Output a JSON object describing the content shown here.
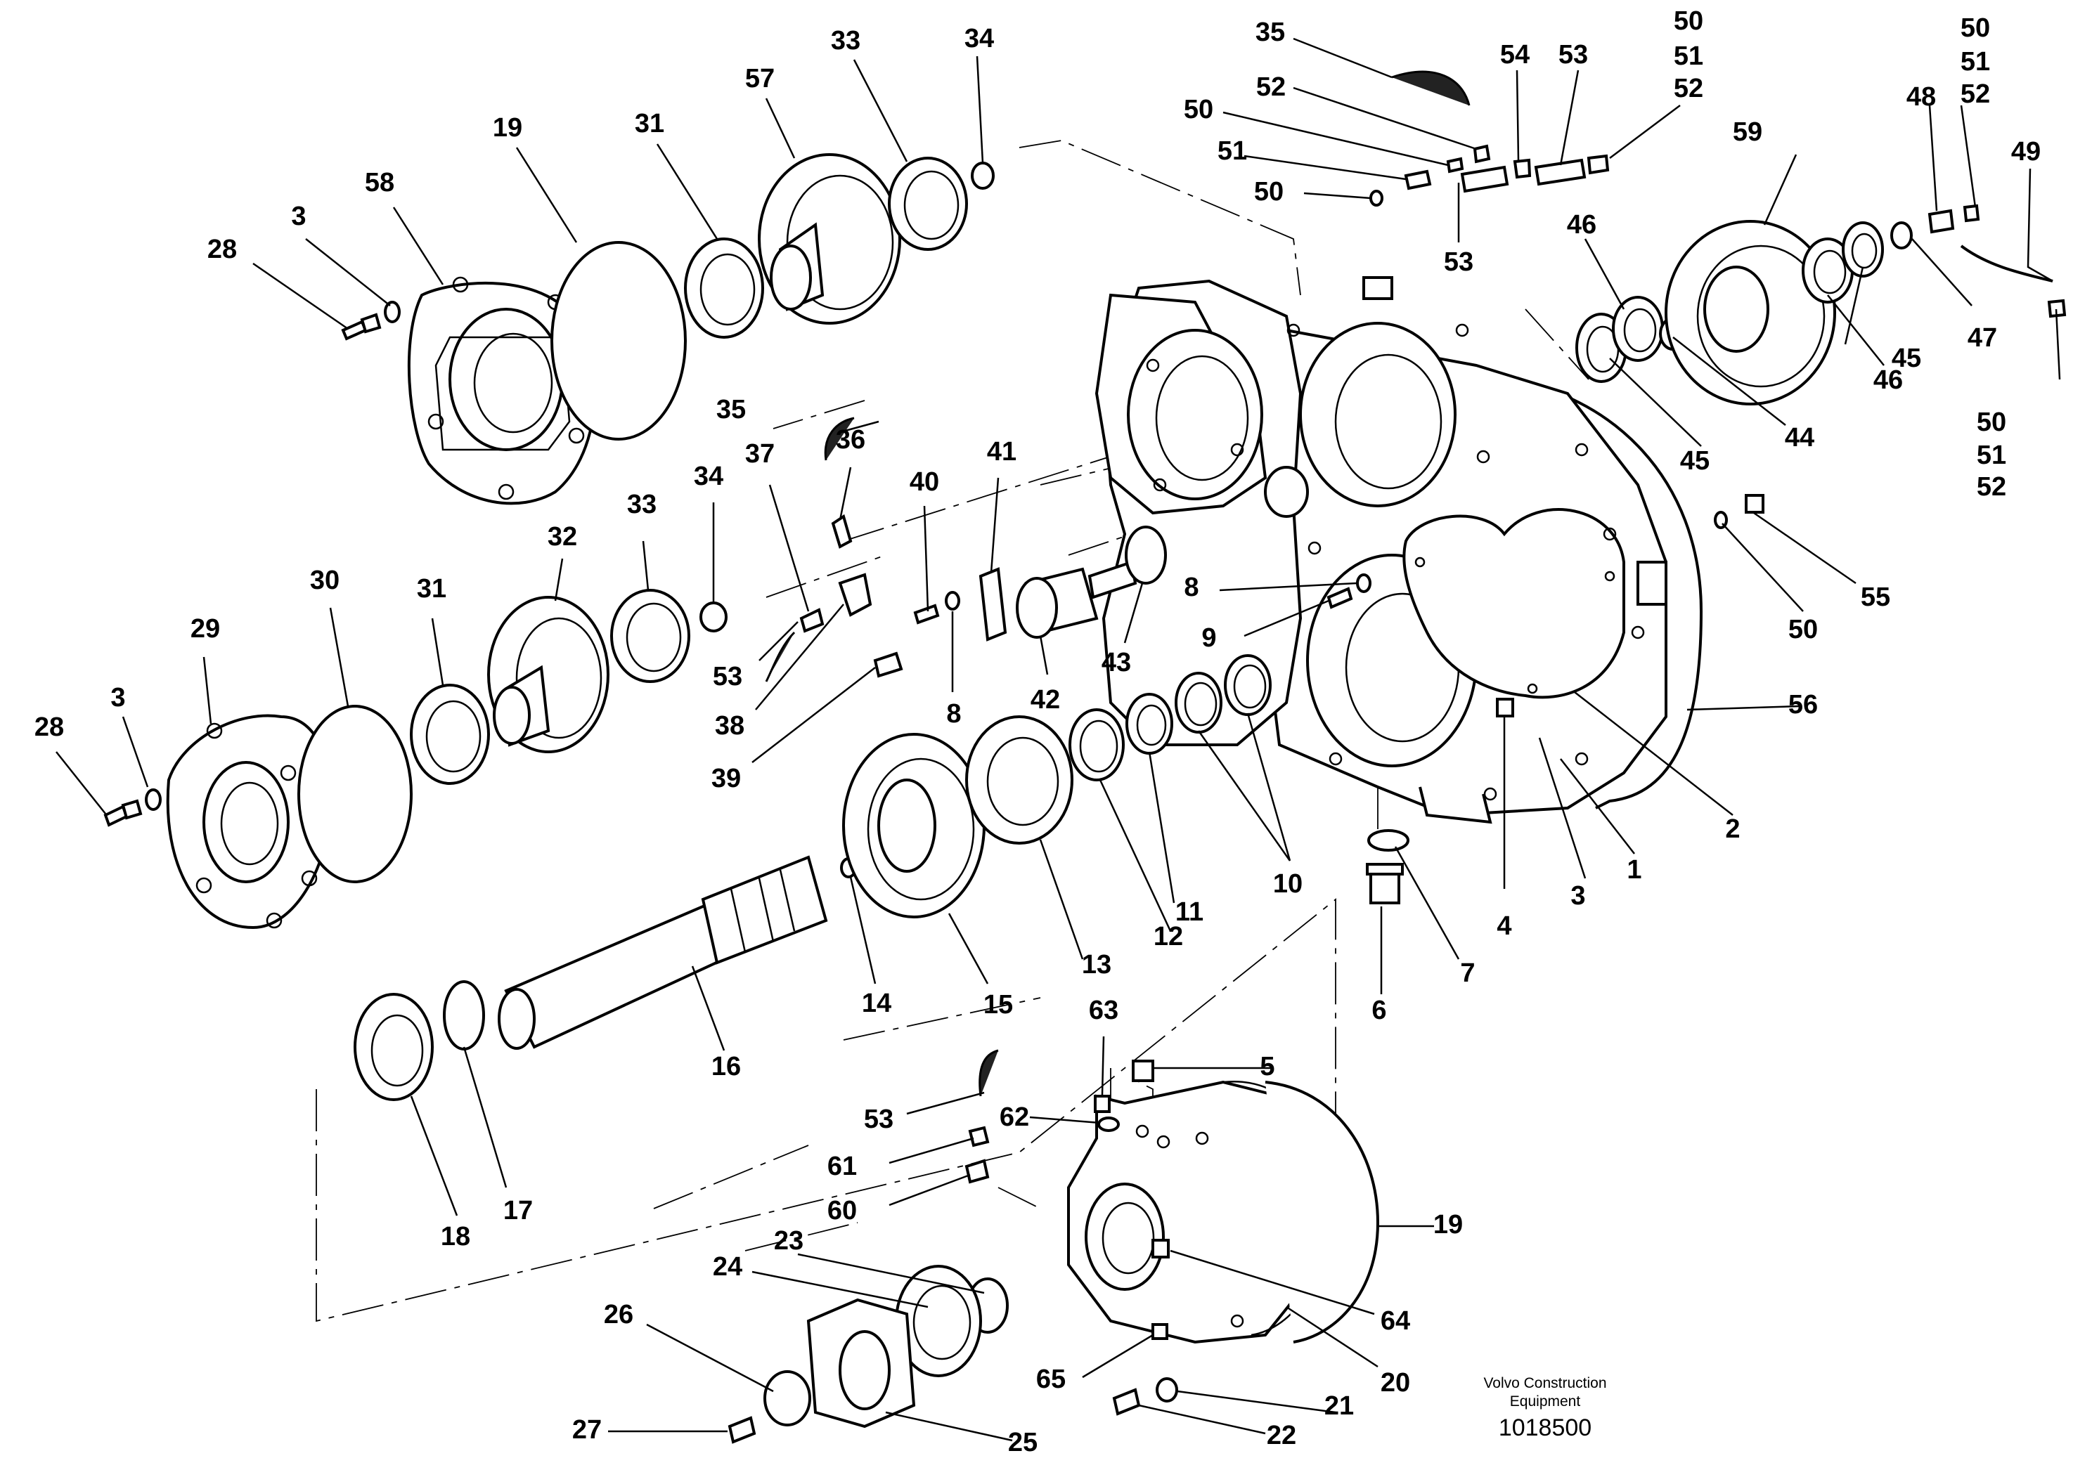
{
  "credit": {
    "line1": "Volvo Construction",
    "line2": "Equipment",
    "doc_number": "1018500"
  },
  "callouts": [
    {
      "id": "c-28a",
      "text": "28"
    },
    {
      "id": "c-3a",
      "text": "3"
    },
    {
      "id": "c-58",
      "text": "58"
    },
    {
      "id": "c-19a",
      "text": "19"
    },
    {
      "id": "c-31a",
      "text": "31"
    },
    {
      "id": "c-57",
      "text": "57"
    },
    {
      "id": "c-33a",
      "text": "33"
    },
    {
      "id": "c-34a",
      "text": "34"
    },
    {
      "id": "c-35a",
      "text": "35"
    },
    {
      "id": "c-52a",
      "text": "52"
    },
    {
      "id": "c-50a",
      "text": "50"
    },
    {
      "id": "c-51a",
      "text": "51"
    },
    {
      "id": "c-50b",
      "text": "50"
    },
    {
      "id": "c-54",
      "text": "54"
    },
    {
      "id": "c-53a",
      "text": "53"
    },
    {
      "id": "c-53b",
      "text": "53"
    },
    {
      "id": "c-50c",
      "text": "50"
    },
    {
      "id": "c-51b",
      "text": "51"
    },
    {
      "id": "c-52b",
      "text": "52"
    },
    {
      "id": "c-50d",
      "text": "50"
    },
    {
      "id": "c-51c",
      "text": "51"
    },
    {
      "id": "c-52c",
      "text": "52"
    },
    {
      "id": "c-48",
      "text": "48"
    },
    {
      "id": "c-49",
      "text": "49"
    },
    {
      "id": "c-59",
      "text": "59"
    },
    {
      "id": "c-46a",
      "text": "46"
    },
    {
      "id": "c-47",
      "text": "47"
    },
    {
      "id": "c-45a",
      "text": "45"
    },
    {
      "id": "c-46b",
      "text": "46"
    },
    {
      "id": "c-44",
      "text": "44"
    },
    {
      "id": "c-45b",
      "text": "45"
    },
    {
      "id": "c-50e",
      "text": "50"
    },
    {
      "id": "c-51d",
      "text": "51"
    },
    {
      "id": "c-52d",
      "text": "52"
    },
    {
      "id": "c-35b",
      "text": "35"
    },
    {
      "id": "c-37",
      "text": "37"
    },
    {
      "id": "c-36",
      "text": "36"
    },
    {
      "id": "c-40",
      "text": "40"
    },
    {
      "id": "c-41",
      "text": "41"
    },
    {
      "id": "c-34b",
      "text": "34"
    },
    {
      "id": "c-33b",
      "text": "33"
    },
    {
      "id": "c-32",
      "text": "32"
    },
    {
      "id": "c-30",
      "text": "30"
    },
    {
      "id": "c-31b",
      "text": "31"
    },
    {
      "id": "c-29",
      "text": "29"
    },
    {
      "id": "c-3b",
      "text": "3"
    },
    {
      "id": "c-28b",
      "text": "28"
    },
    {
      "id": "c-53c",
      "text": "53"
    },
    {
      "id": "c-38",
      "text": "38"
    },
    {
      "id": "c-39",
      "text": "39"
    },
    {
      "id": "c-8a",
      "text": "8"
    },
    {
      "id": "c-42",
      "text": "42"
    },
    {
      "id": "c-43",
      "text": "43"
    },
    {
      "id": "c-8b",
      "text": "8"
    },
    {
      "id": "c-9",
      "text": "9"
    },
    {
      "id": "c-50f",
      "text": "50"
    },
    {
      "id": "c-55",
      "text": "55"
    },
    {
      "id": "c-56",
      "text": "56"
    },
    {
      "id": "c-2",
      "text": "2"
    },
    {
      "id": "c-1",
      "text": "1"
    },
    {
      "id": "c-3c",
      "text": "3"
    },
    {
      "id": "c-4",
      "text": "4"
    },
    {
      "id": "c-7",
      "text": "7"
    },
    {
      "id": "c-6",
      "text": "6"
    },
    {
      "id": "c-10",
      "text": "10"
    },
    {
      "id": "c-11",
      "text": "11"
    },
    {
      "id": "c-12",
      "text": "12"
    },
    {
      "id": "c-13",
      "text": "13"
    },
    {
      "id": "c-15",
      "text": "15"
    },
    {
      "id": "c-14",
      "text": "14"
    },
    {
      "id": "c-16",
      "text": "16"
    },
    {
      "id": "c-17",
      "text": "17"
    },
    {
      "id": "c-18",
      "text": "18"
    },
    {
      "id": "c-63",
      "text": "63"
    },
    {
      "id": "c-5",
      "text": "5"
    },
    {
      "id": "c-53d",
      "text": "53"
    },
    {
      "id": "c-62",
      "text": "62"
    },
    {
      "id": "c-61",
      "text": "61"
    },
    {
      "id": "c-60",
      "text": "60"
    },
    {
      "id": "c-19b",
      "text": "19"
    },
    {
      "id": "c-23",
      "text": "23"
    },
    {
      "id": "c-24",
      "text": "24"
    },
    {
      "id": "c-26",
      "text": "26"
    },
    {
      "id": "c-64",
      "text": "64"
    },
    {
      "id": "c-65",
      "text": "65"
    },
    {
      "id": "c-20",
      "text": "20"
    },
    {
      "id": "c-21",
      "text": "21"
    },
    {
      "id": "c-27",
      "text": "27"
    },
    {
      "id": "c-25",
      "text": "25"
    },
    {
      "id": "c-22",
      "text": "22"
    }
  ]
}
